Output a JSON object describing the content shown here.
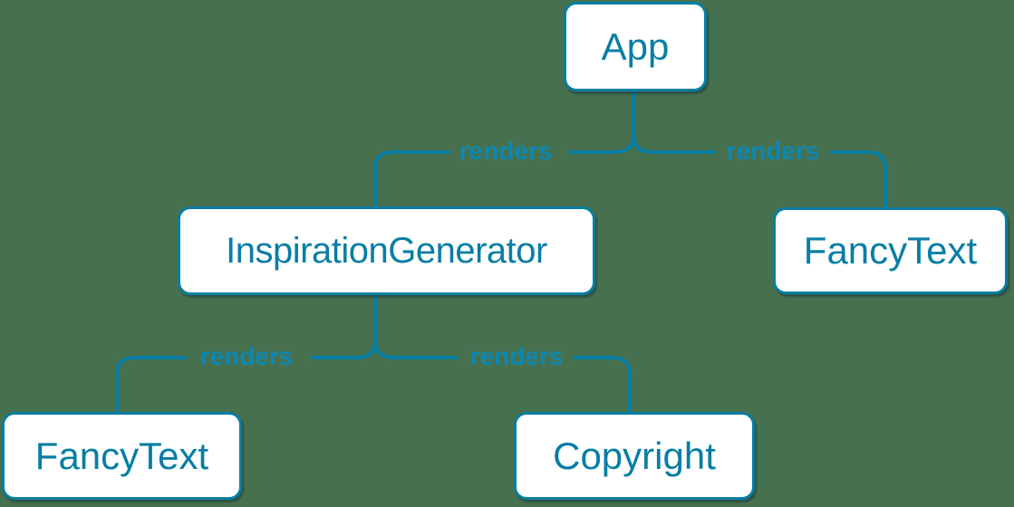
{
  "colors": {
    "background": "#47714E",
    "node_fill": "#ffffff",
    "node_border": "#087EA4",
    "node_text": "#087EA4",
    "edge_line": "#087EA4",
    "edge_label_text": "#0E87B2"
  },
  "diagram": {
    "type": "component-render-tree",
    "nodes": [
      {
        "id": "app",
        "label": "App"
      },
      {
        "id": "inspiration-generator",
        "label": "InspirationGenerator"
      },
      {
        "id": "fancy-text-top-right",
        "label": "FancyText"
      },
      {
        "id": "fancy-text-bottom-left",
        "label": "FancyText"
      },
      {
        "id": "copyright",
        "label": "Copyright"
      }
    ],
    "edges": [
      {
        "from": "App",
        "to": "InspirationGenerator",
        "label": "renders"
      },
      {
        "from": "App",
        "to": "FancyText",
        "label": "renders"
      },
      {
        "from": "InspirationGenerator",
        "to": "FancyText",
        "label": "renders"
      },
      {
        "from": "InspirationGenerator",
        "to": "Copyright",
        "label": "renders"
      }
    ]
  }
}
